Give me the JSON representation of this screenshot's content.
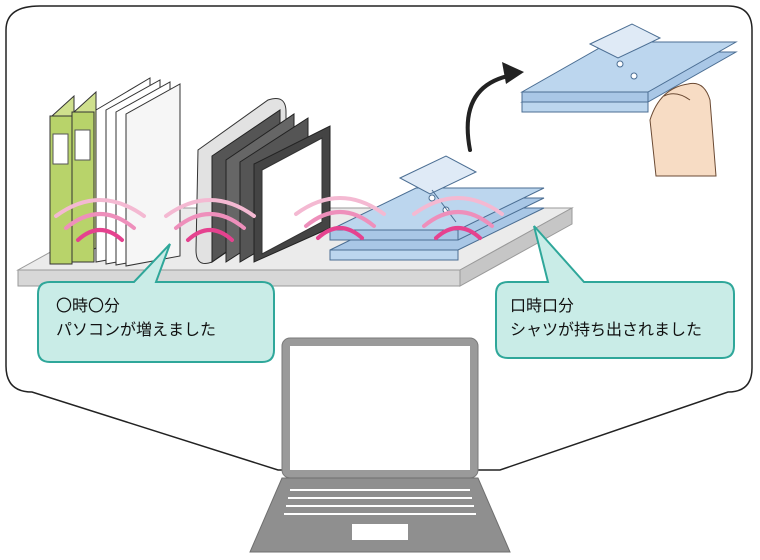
{
  "callouts": {
    "left": {
      "time": "〇時〇分",
      "message": "パソコンが増えました"
    },
    "right": {
      "time": "口時口分",
      "message": "シャツが持ち出されました"
    }
  },
  "colors": {
    "callout_fill": "#c9ece7",
    "callout_stroke": "#2fa79a",
    "rfid_wave": "#e5428f",
    "shirt": "#bcd6ee",
    "binder": "#b8d36a",
    "laptop_screen": "#9a9a9a",
    "skin": "#f7dcc4"
  },
  "icons": {
    "arrow": "curved-arrow-icon",
    "wave": "rfid-wave-icon",
    "laptop": "laptop-icon"
  }
}
